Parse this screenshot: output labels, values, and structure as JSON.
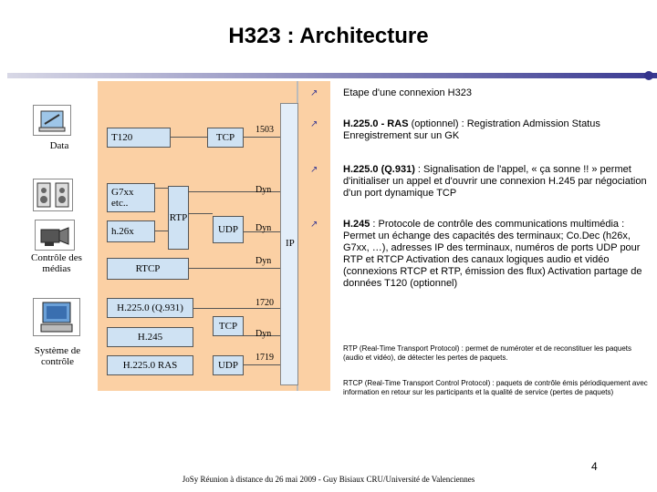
{
  "title": "H323 : Architecture",
  "diagram": {
    "devices": {
      "data_label": "Data",
      "media_label": "Contrôle des médias",
      "system_label": "Système de contrôle"
    },
    "boxes": {
      "t120": "T120",
      "tcp_top": "TCP",
      "g7xx": "G7xx etc..",
      "rtp": "RTP",
      "h26x": "h.26x",
      "udp_mid": "UDP",
      "rtcp": "RTCP",
      "h2250_q931": "H.225.0 (Q.931)",
      "tcp_bottom": "TCP",
      "h245": "H.245",
      "h2250_ras": "H.225.0 RAS",
      "udp_bottom": "UDP"
    },
    "ports": {
      "p1503": "1503",
      "dyn1": "Dyn",
      "dyn2": "Dyn",
      "dyn3": "Dyn",
      "p1720": "1720",
      "dyn4": "Dyn",
      "p1719": "1719"
    },
    "ip_label": "IP"
  },
  "bullets": [
    {
      "bold": "",
      "text": "Etape d'une connexion H323"
    },
    {
      "bold": "H.225.0 - RAS",
      "text": " (optionnel) : Registration Admission Status Enregistrement  sur un GK"
    },
    {
      "bold": "H.225.0 (Q.931)",
      "text": " : Signalisation de l'appel, « ça sonne !! » permet d'initialiser un appel et d'ouvrir une connexion H.245 par négociation d'un port dynamique TCP"
    },
    {
      "bold": "H.245",
      "text": " : Protocole de contrôle des communications multimédia : Permet un échange des capacités des  terminaux; Co.Dec (h26x, G7xx, …), adresses IP des terminaux, numéros de ports UDP pour RTP et RTCP Activation des canaux logiques audio et vidéo (connexions RTCP et RTP, émission des flux) Activation partage de données T120 (optionnel)"
    }
  ],
  "notes": {
    "rtp": "RTP (Real-Time Transport Protocol) : permet de numéroter et de reconstituer les paquets (audio et vidéo), de détecter les pertes de paquets.",
    "rtcp": "RTCP (Real-Time Transport Control Protocol) : paquets de contrôle émis périodiquement avec information en retour sur les participants et la qualité de service (pertes de paquets)"
  },
  "page_number": "4",
  "footer": "JoSy Réunion à distance du 26 mai 2009 - Guy Bisiaux CRU/Université de Valenciennes"
}
